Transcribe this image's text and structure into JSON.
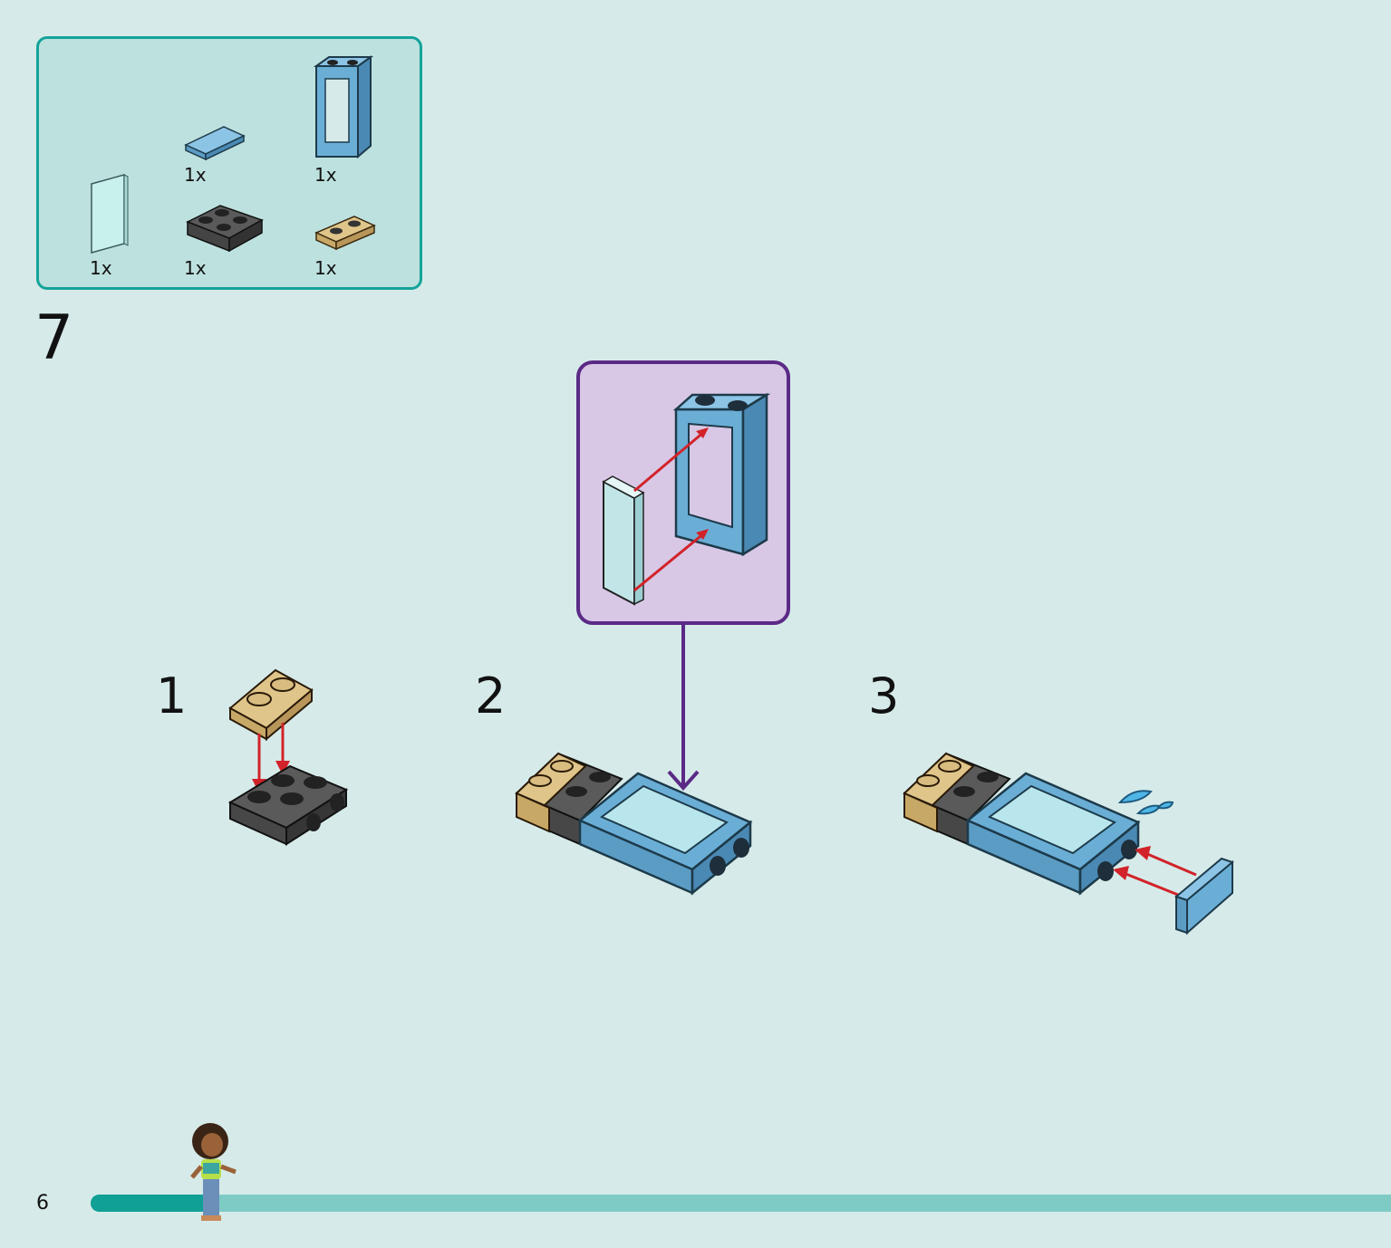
{
  "parts_list": {
    "items": [
      {
        "name": "transparent-glass-pane",
        "quantity": "1x"
      },
      {
        "name": "blue-tile-1x2",
        "quantity": "1x"
      },
      {
        "name": "dark-gray-plate-2x2-side-studs",
        "quantity": "1x"
      },
      {
        "name": "blue-window-frame-1x2x3",
        "quantity": "1x"
      },
      {
        "name": "tan-plate-1x2",
        "quantity": "1x"
      }
    ]
  },
  "step": {
    "number": "7"
  },
  "substeps": [
    {
      "number": "1"
    },
    {
      "number": "2"
    },
    {
      "number": "3"
    }
  ],
  "footer": {
    "page_number": "6",
    "progress": 0.09
  },
  "colors": {
    "background": "#d6ebe9",
    "parts_box_border": "#14a39a",
    "callout_border": "#5b2a86",
    "arrow_red": "#d2232a",
    "brick_blue": "#6aaed6",
    "brick_tan": "#e0c58a",
    "brick_dark": "#5a5a5a"
  }
}
